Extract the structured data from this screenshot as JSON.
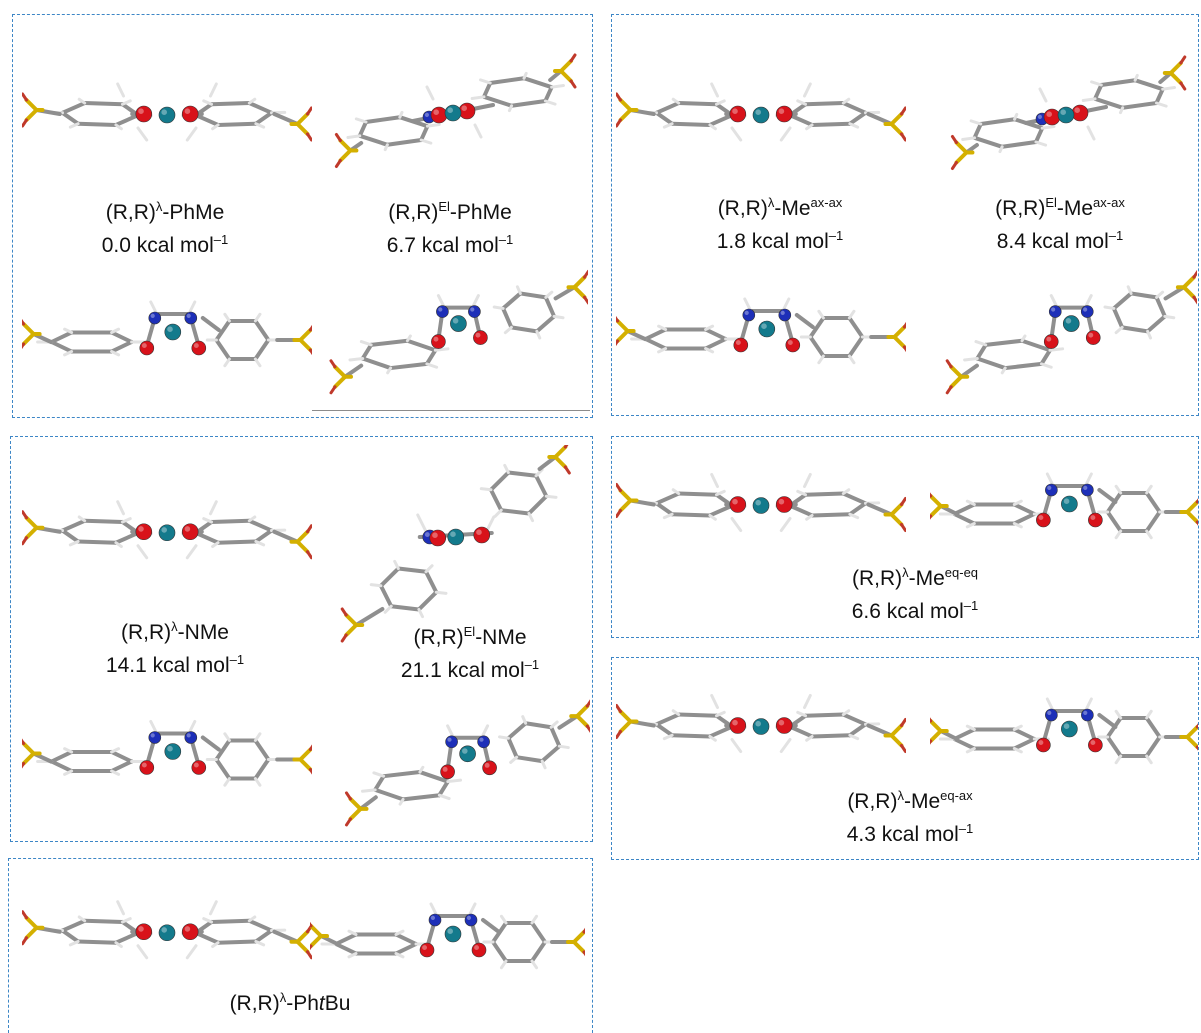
{
  "colors": {
    "panel_border": "#3d86c6",
    "carbon": "#8f8f8f",
    "hydrogen": "#e2e2e2",
    "oxygen": "#d8121a",
    "nitrogen": "#1d2fb8",
    "metal": "#137a8c",
    "sulfur": "#d4b000",
    "sulfonyl_oxygen": "#c0392b"
  },
  "panels": {
    "phme": {
      "lambda": {
        "prefix": "(R,R)",
        "sup": "λ",
        "suffix": "-PhMe",
        "energy": "0.0 kcal mol",
        "unit_sup": "–1"
      },
      "el": {
        "prefix": "(R,R)",
        "sup": "El",
        "suffix": "-PhMe",
        "energy": "6.7 kcal mol",
        "unit_sup": "–1"
      }
    },
    "me_axax": {
      "lambda": {
        "prefix": "(R,R)",
        "sup": "λ",
        "suffix": "-Me",
        "sup2": "ax-ax",
        "energy": "1.8 kcal mol",
        "unit_sup": "–1"
      },
      "el": {
        "prefix": "(R,R)",
        "sup": "El",
        "suffix": "-Me",
        "sup2": "ax-ax",
        "energy": "8.4 kcal mol",
        "unit_sup": "–1"
      }
    },
    "nme": {
      "lambda": {
        "prefix": "(R,R)",
        "sup": "λ",
        "suffix": "-NMe",
        "energy": "14.1 kcal mol",
        "unit_sup": "–1"
      },
      "el": {
        "prefix": "(R,R)",
        "sup": "El",
        "suffix": "-NMe",
        "energy": "21.1 kcal mol",
        "unit_sup": "–1"
      }
    },
    "me_eqeq": {
      "prefix": "(R,R)",
      "sup": "λ",
      "suffix": "-Me",
      "sup2": "eq-eq",
      "energy": "6.6 kcal mol",
      "unit_sup": "–1"
    },
    "me_eqax": {
      "prefix": "(R,R)",
      "sup": "λ",
      "suffix": "-Me",
      "sup2": "eq-ax",
      "energy": "4.3 kcal mol",
      "unit_sup": "–1"
    },
    "phtbu": {
      "prefix": "(R,R)",
      "sup": "λ",
      "suffix": "-Ph",
      "italic": "t",
      "suffix2": "Bu"
    }
  }
}
